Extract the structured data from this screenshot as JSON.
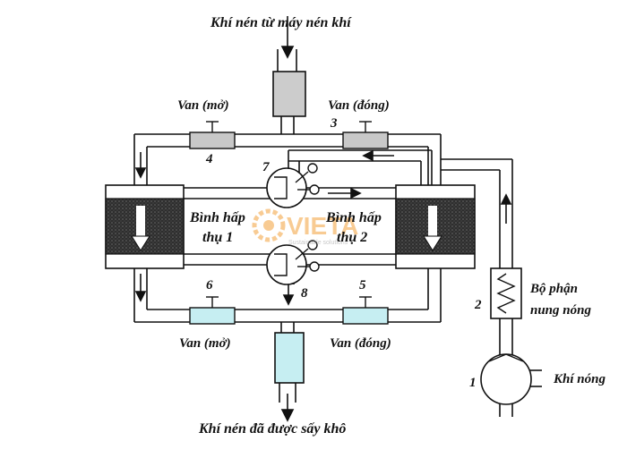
{
  "labels": {
    "top_input": "Khí nén từ máy nén khí",
    "bottom_output": "Khí nén đã được sấy khô",
    "valve_top_left": "Van (mở)",
    "valve_top_right": "Van (đóng)",
    "valve_bottom_left": "Van (mở)",
    "valve_bottom_right": "Van (đóng)",
    "tank1_line1": "Bình hấp",
    "tank1_line2": "thụ 1",
    "tank2_line1": "Bình hấp",
    "tank2_line2": "thụ 2",
    "heater_line1": "Bộ phận",
    "heater_line2": "nung nóng",
    "hot_air": "Khí nóng"
  },
  "numbers": {
    "n1": "1",
    "n2": "2",
    "n3": "3",
    "n4": "4",
    "n5": "5",
    "n6": "6",
    "n7": "7",
    "n8": "8"
  },
  "watermark": {
    "brand": "VIETA",
    "tagline": "Sustainable solutions"
  },
  "colors": {
    "inlet_chamber": "#cccccc",
    "top_valves": "#c8c8c8",
    "bottom_valves": "#c6eef2",
    "outlet_chamber": "#c6eef2",
    "tank_media": "#3a3a3a",
    "watermark_orange": "#f3a23b"
  }
}
